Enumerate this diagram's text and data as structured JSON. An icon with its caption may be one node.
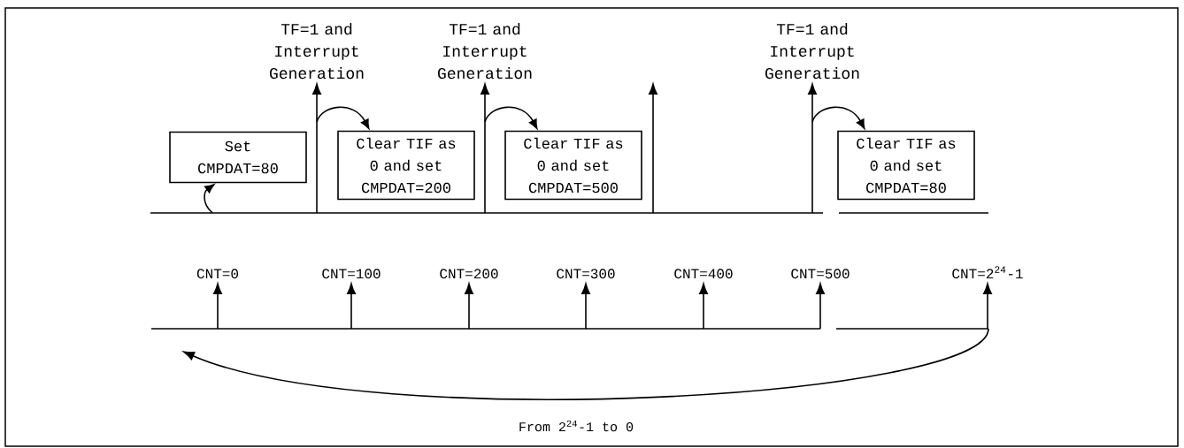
{
  "diagram": {
    "nodes": [
      {
        "text": [
          "TF=1 and Interrupt Generation"
        ]
      },
      {
        "text": [
          "TF=1 and Interrupt Generation"
        ]
      },
      {
        "text": [
          "TF=1 and Interrupt Generation"
        ]
      },
      {
        "text": [
          "Set CMPDAT=80"
        ]
      },
      {
        "text": [
          "Clear TIF as 0 and set CMPDAT=200"
        ]
      },
      {
        "text": [
          "Clear TIF as 0 and set CMPDAT=500"
        ]
      },
      {
        "text": [
          "Clear TIF as 0 and set CMPDAT=80"
        ]
      },
      {
        "text": [
          "CNT=0"
        ]
      },
      {
        "text": [
          "CNT=100"
        ]
      },
      {
        "text": [
          "CNT=200"
        ]
      },
      {
        "text": [
          "CNT=300"
        ]
      },
      {
        "text": [
          "CNT=400"
        ]
      },
      {
        "text": [
          "CNT=500"
        ]
      },
      {
        "text": [
          "CNT=2$^{24}$-1"
        ]
      }
    ],
    "edges": [
      {
        "from": null,
        "to": 0,
        "arrow": "to"
      },
      {
        "from": null,
        "to": 1,
        "arrow": "to"
      },
      {
        "from": null,
        "to": 2,
        "arrow": "to"
      },
      {
        "from": null,
        "to": 3,
        "arrow": "to"
      },
      {
        "from": null,
        "to": 4,
        "arrow": "to"
      },
      {
        "from": null,
        "to": 5,
        "arrow": "to"
      },
      {
        "from": null,
        "to": 6,
        "arrow": "to"
      },
      {
        "from": null,
        "to": 7,
        "arrow": "to"
      },
      {
        "from": null,
        "to": 8,
        "arrow": "to"
      },
      {
        "from": null,
        "to": 9,
        "arrow": "to"
      },
      {
        "from": null,
        "to": 10,
        "arrow": "to"
      },
      {
        "from": null,
        "to": 11,
        "arrow": "to"
      },
      {
        "from": null,
        "to": 12,
        "arrow": "to"
      },
      {
        "from": null,
        "to": 13,
        "arrow": "to"
      }
    ],
    "labels": [
      "From 2$^{24}$-1 to 0"
    ]
  }
}
